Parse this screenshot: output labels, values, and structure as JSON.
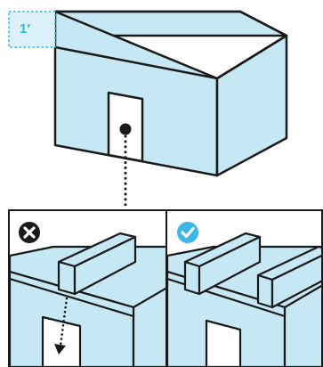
{
  "diagram": {
    "dimension_label": "1′",
    "panels": [
      {
        "status": "incorrect",
        "status_icon": "x-icon"
      },
      {
        "status": "correct",
        "status_icon": "check-icon"
      }
    ]
  },
  "colors": {
    "box_fill": "#c6e8f5",
    "outline": "#1a1a1a",
    "dimension_accent": "#30b4e3",
    "dimension_fill": "#daf1fa",
    "incorrect_badge": "#1a1a1a",
    "correct_badge": "#3cb8e6",
    "badge_mark": "#ffffff"
  }
}
